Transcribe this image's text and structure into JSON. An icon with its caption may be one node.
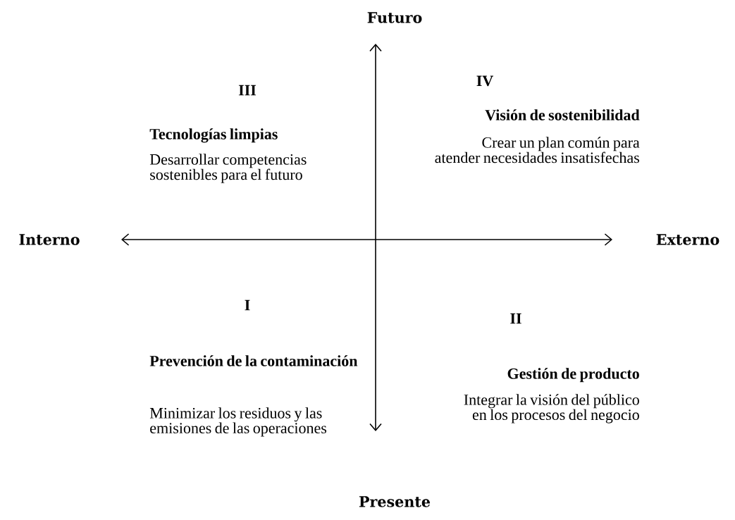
{
  "diagram": {
    "labels": [
      "Futuro",
      "III",
      "IV",
      "Tecnologías limpias",
      "Desarrollar competencias sostenibles para el futuro",
      "Visión de sostenibilidad",
      "Crear un plan común para atender necesidades insatisfechas",
      "Interno",
      "Externo",
      "I",
      "II",
      "Prevención de la contaminación",
      "Gestión de producto",
      "Minimizar los residuos y las emisiones de las operaciones",
      "Integrar la visión del público en los procesos del negocio",
      "Presente"
    ]
  }
}
